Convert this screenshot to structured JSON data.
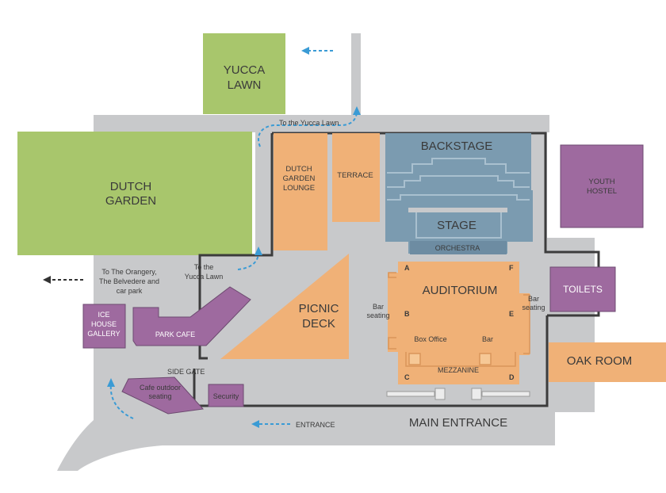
{
  "areas": {
    "yucca_lawn": [
      "YUCCA",
      "LAWN"
    ],
    "dutch_garden": [
      "DUTCH",
      "GARDEN"
    ],
    "backstage": "BACKSTAGE",
    "stage": "STAGE",
    "orchestra": "ORCHESTRA",
    "dutch_garden_lounge": [
      "DUTCH",
      "GARDEN",
      "LOUNGE"
    ],
    "terrace": "TERRACE",
    "youth_hostel": [
      "YOUTH",
      "HOSTEL"
    ],
    "toilets": "TOILETS",
    "oak_room": "OAK ROOM",
    "auditorium": "AUDITORIUM",
    "picnic_deck": [
      "PICNIC",
      "DECK"
    ],
    "ice_house_gallery": [
      "ICE",
      "HOUSE",
      "GALLERY"
    ],
    "park_cafe": "PARK CAFE",
    "cafe_outdoor_seating": [
      "Cafe outdoor",
      "seating"
    ],
    "security": "Security",
    "mezzanine": "MEZZANINE",
    "box_office": "Box Office",
    "bar": "Bar",
    "bar_seating_left": [
      "Bar",
      "seating"
    ],
    "bar_seating_right": [
      "Bar",
      "seating"
    ]
  },
  "seat_letters": [
    "A",
    "F",
    "B",
    "E",
    "C",
    "D"
  ],
  "directions": {
    "to_yucca_lawn_top": "To the Yucca Lawn",
    "to_yucca_lawn_mid": [
      "To the",
      "Yucca Lawn"
    ],
    "to_orangery": [
      "To The Orangery,",
      "The Belvedere and",
      "car park"
    ],
    "side_gate": "SIDE GATE",
    "entrance": "ENTRANCE",
    "main_entrance": "MAIN ENTRANCE"
  },
  "colors": {
    "path": "#c8c9cb",
    "wall": "#3c3c3c",
    "green": "#a8c66c",
    "orange": "#f0b177",
    "blue": "#7b9bb0",
    "purple": "#9e6a9f",
    "arrow": "#3a9bd5"
  }
}
